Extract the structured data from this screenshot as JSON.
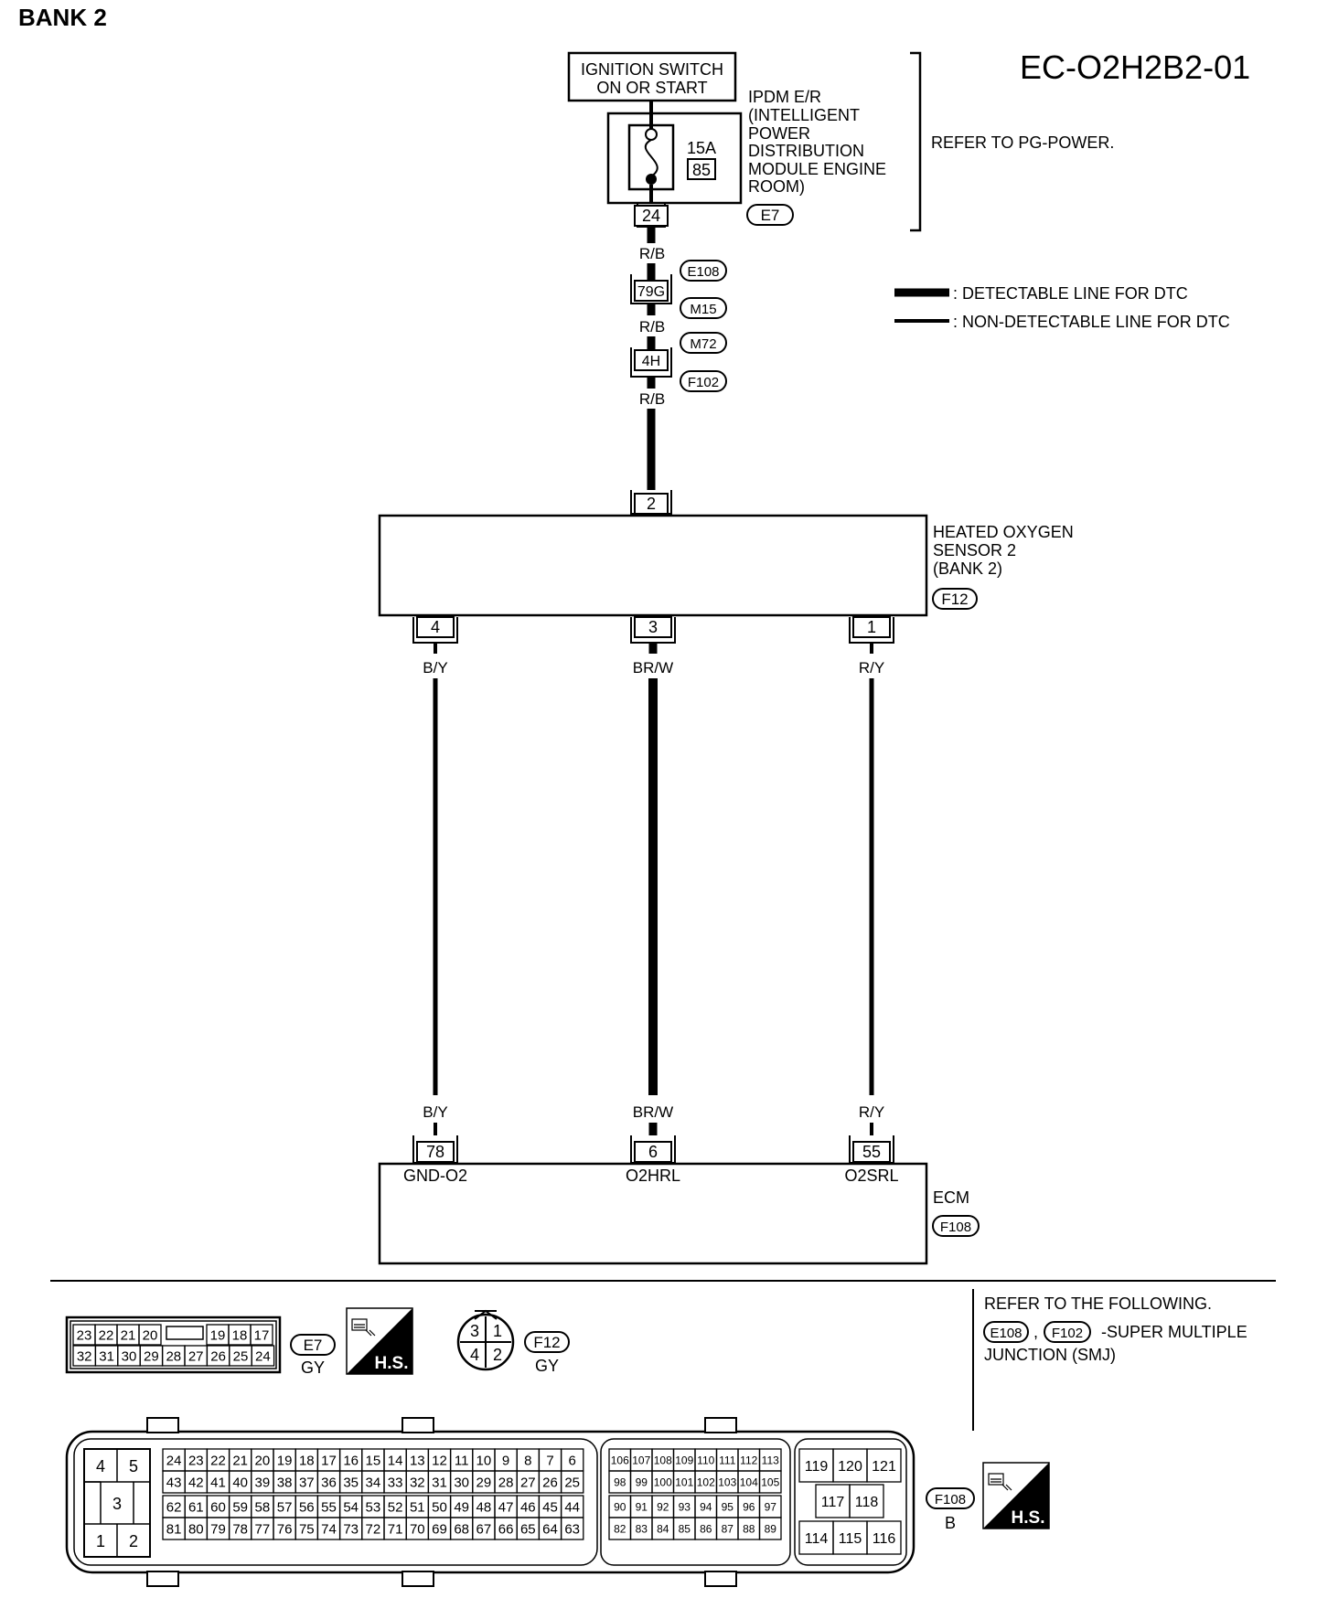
{
  "page": {
    "section_title": "BANK 2",
    "diagram_code": "EC-O2H2B2-01"
  },
  "ignition": {
    "line1": "IGNITION SWITCH",
    "line2": "ON OR START"
  },
  "ipdm": {
    "lines": [
      "IPDM E/R",
      "(INTELLIGENT",
      " POWER",
      "DISTRIBUTION",
      "MODULE ENGINE",
      "ROOM)"
    ],
    "fuse_rating": "15A",
    "fuse_number": "85",
    "pin": "24",
    "connector": "E7",
    "refer": "REFER TO PG-POWER."
  },
  "harness": {
    "wire_color": "R/B",
    "connectors": {
      "e108": "E108",
      "m15": "M15",
      "m72": "M72",
      "f102": "F102"
    },
    "junction_1": "79G",
    "junction_2": "4H"
  },
  "legend": {
    "detectable": ": DETECTABLE LINE FOR DTC",
    "non_detectable": ": NON-DETECTABLE LINE FOR DTC"
  },
  "sensor": {
    "lines": [
      "HEATED OXYGEN",
      "SENSOR 2",
      "(BANK 2)"
    ],
    "connector": "F12",
    "top_pin": "2",
    "pins": [
      "4",
      "3",
      "1"
    ]
  },
  "wires": [
    "B/Y",
    "BR/W",
    "R/Y"
  ],
  "ecm": {
    "label": "ECM",
    "connector": "F108",
    "pins": [
      "78",
      "6",
      "55"
    ],
    "signals": [
      "GND-O2",
      "O2HRL",
      "O2SRL"
    ]
  },
  "bottom": {
    "refer_line1": "REFER TO THE FOLLOWING.",
    "refer_conn1": "E108",
    "refer_comma": ",",
    "refer_conn2": "F102",
    "refer_tail": "-SUPER MULTIPLE",
    "refer_line3": "JUNCTION (SMJ)",
    "hs_label": "H.S.",
    "e7": {
      "name": "E7",
      "color": "GY",
      "row_top_left": [
        "23",
        "22",
        "21",
        "20"
      ],
      "row_top_right": [
        "19",
        "18",
        "17"
      ],
      "row_bottom": [
        "32",
        "31",
        "30",
        "29",
        "28",
        "27",
        "26",
        "25",
        "24"
      ]
    },
    "f12": {
      "name": "F12",
      "color": "GY",
      "pins": [
        "3",
        "1",
        "4",
        "2"
      ]
    },
    "f108": {
      "name": "F108",
      "color": "B",
      "left_block": [
        "4",
        "5",
        "3",
        "1",
        "2"
      ],
      "rows": [
        [
          "24",
          "23",
          "22",
          "21",
          "20",
          "19",
          "18",
          "17",
          "16",
          "15",
          "14",
          "13",
          "12",
          "11",
          "10",
          "9",
          "8",
          "7",
          "6"
        ],
        [
          "43",
          "42",
          "41",
          "40",
          "39",
          "38",
          "37",
          "36",
          "35",
          "34",
          "33",
          "32",
          "31",
          "30",
          "29",
          "28",
          "27",
          "26",
          "25"
        ],
        [
          "62",
          "61",
          "60",
          "59",
          "58",
          "57",
          "56",
          "55",
          "54",
          "53",
          "52",
          "51",
          "50",
          "49",
          "48",
          "47",
          "46",
          "45",
          "44"
        ],
        [
          "81",
          "80",
          "79",
          "78",
          "77",
          "76",
          "75",
          "74",
          "73",
          "72",
          "71",
          "70",
          "69",
          "68",
          "67",
          "66",
          "65",
          "64",
          "63"
        ]
      ],
      "mid_rows": [
        [
          "106",
          "107",
          "108",
          "109",
          "110",
          "111",
          "112",
          "113"
        ],
        [
          "98",
          "99",
          "100",
          "101",
          "102",
          "103",
          "104",
          "105"
        ],
        [
          "90",
          "91",
          "92",
          "93",
          "94",
          "95",
          "96",
          "97"
        ],
        [
          "82",
          "83",
          "84",
          "85",
          "86",
          "87",
          "88",
          "89"
        ]
      ],
      "right_block": [
        "119",
        "120",
        "121",
        "117",
        "118",
        "114",
        "115",
        "116"
      ]
    }
  }
}
